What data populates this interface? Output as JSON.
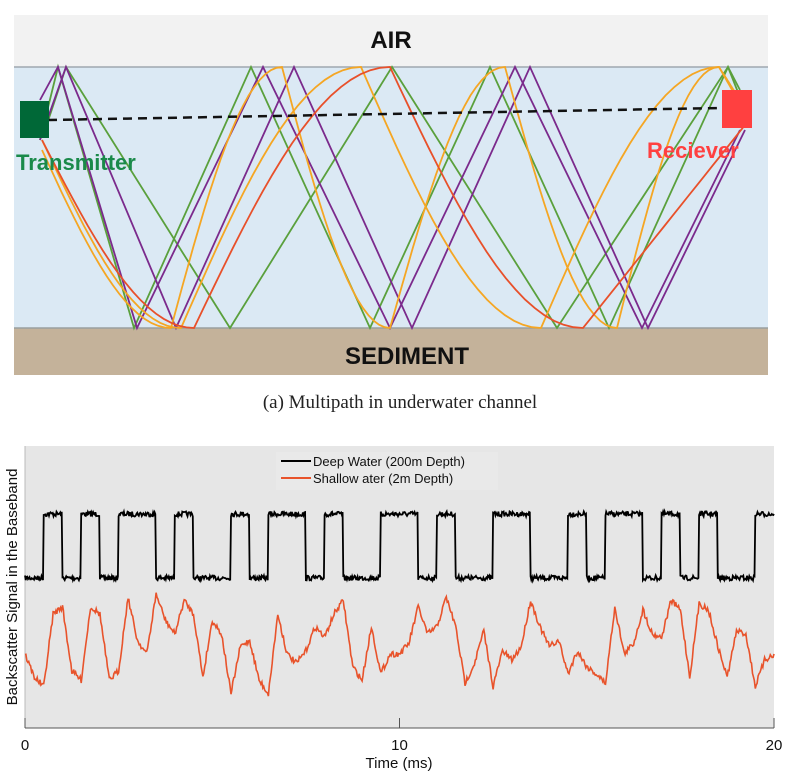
{
  "diagram": {
    "air_label": "AIR",
    "sediment_label": "SEDIMENT",
    "transmitter_label": "Transmitter",
    "receiver_label": "Reciever",
    "caption": "(a) Multipath in underwater channel",
    "colors": {
      "air": "#f2f2f2",
      "water": "#dbe9f4",
      "sediment": "#c4b29a",
      "transmitter": "#006837",
      "transmitter_text": "#1a8a4a",
      "receiver": "#ff4040",
      "ray_green": "#5aa03c",
      "ray_purple": "#7b2a8c",
      "ray_orange": "#f5a623",
      "ray_red": "#e8502a"
    }
  },
  "chart_data": {
    "type": "line",
    "title": "",
    "xlabel": "Time (ms)",
    "ylabel": "Backscatter Signal in the Baseband",
    "xlim": [
      0,
      20
    ],
    "xticks": [
      "0",
      "10",
      "20"
    ],
    "legend_position": "top-center",
    "grid": false,
    "series": [
      {
        "name": "Deep Water (200m Depth)",
        "color": "#000000",
        "bit_period_ms": 0.5,
        "bits": [
          0,
          1,
          0,
          1,
          0,
          1,
          1,
          0,
          1,
          0,
          0,
          1,
          0,
          1,
          1,
          0,
          1,
          0,
          0,
          1,
          1,
          0,
          1,
          0,
          0,
          1,
          1,
          0,
          0,
          1,
          0,
          1,
          1,
          0,
          1,
          0,
          1,
          0,
          0,
          1
        ]
      },
      {
        "name": "Shallow ater (2m Depth)",
        "color": "#e8532b",
        "sample_period_ms": 0.25,
        "values": [
          0.41,
          0.19,
          0.1,
          0.79,
          0.86,
          0.25,
          0.16,
          0.86,
          0.79,
          0.16,
          0.25,
          0.95,
          0.54,
          0.41,
          0.98,
          0.73,
          0.6,
          0.92,
          0.79,
          0.19,
          0.73,
          0.6,
          0.03,
          0.48,
          0.54,
          0.16,
          0.03,
          0.79,
          0.41,
          0.32,
          0.44,
          0.67,
          0.57,
          0.79,
          0.92,
          0.29,
          0.16,
          0.67,
          0.22,
          0.41,
          0.41,
          0.51,
          0.86,
          0.6,
          0.67,
          0.95,
          0.67,
          0.13,
          0.32,
          0.63,
          0.1,
          0.44,
          0.35,
          0.48,
          0.92,
          0.67,
          0.48,
          0.54,
          0.22,
          0.44,
          0.29,
          0.22,
          0.13,
          0.86,
          0.41,
          0.51,
          0.83,
          0.6,
          0.57,
          0.92,
          0.83,
          0.19,
          0.89,
          0.83,
          0.48,
          0.19,
          0.63,
          0.6,
          0.1,
          0.35,
          0.41
        ]
      }
    ],
    "plot_background": "#e6e6e6"
  }
}
